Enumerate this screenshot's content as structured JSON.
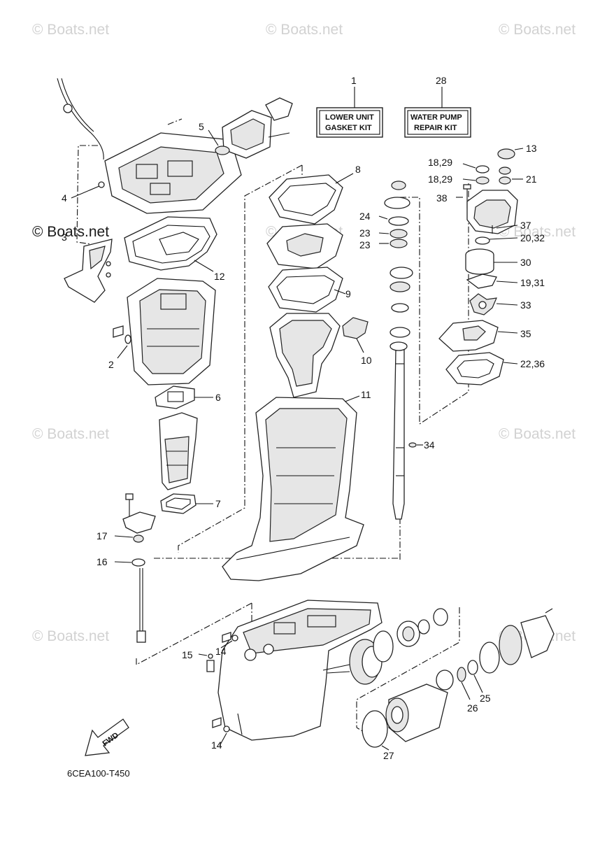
{
  "watermark": "© Boats.net",
  "diagram_code": "6CEA100-T450",
  "fwd_label": "FWD",
  "kits": {
    "lower_unit": {
      "callout": "1",
      "line1": "LOWER UNIT",
      "line2": "GASKET KIT"
    },
    "water_pump": {
      "callout": "28",
      "line1": "WATER PUMP",
      "line2": "REPAIR KIT"
    }
  },
  "callouts": {
    "c2": "2",
    "c3": "3",
    "c4": "4",
    "c5": "5",
    "c6": "6",
    "c7": "7",
    "c8": "8",
    "c9": "9",
    "c10": "10",
    "c11": "11",
    "c12": "12",
    "c13": "13",
    "c14a": "14",
    "c14b": "14",
    "c15": "15",
    "c16": "16",
    "c17": "17",
    "c18a": "18,29",
    "c18b": "18,29",
    "c19": "19,31",
    "c20": "20,32",
    "c21": "21",
    "c22": "22,36",
    "c23a": "23",
    "c23b": "23",
    "c24": "24",
    "c25": "25",
    "c26": "26",
    "c27": "27",
    "c30": "30",
    "c33": "33",
    "c34": "34",
    "c35": "35",
    "c37": "37",
    "c38": "38"
  }
}
